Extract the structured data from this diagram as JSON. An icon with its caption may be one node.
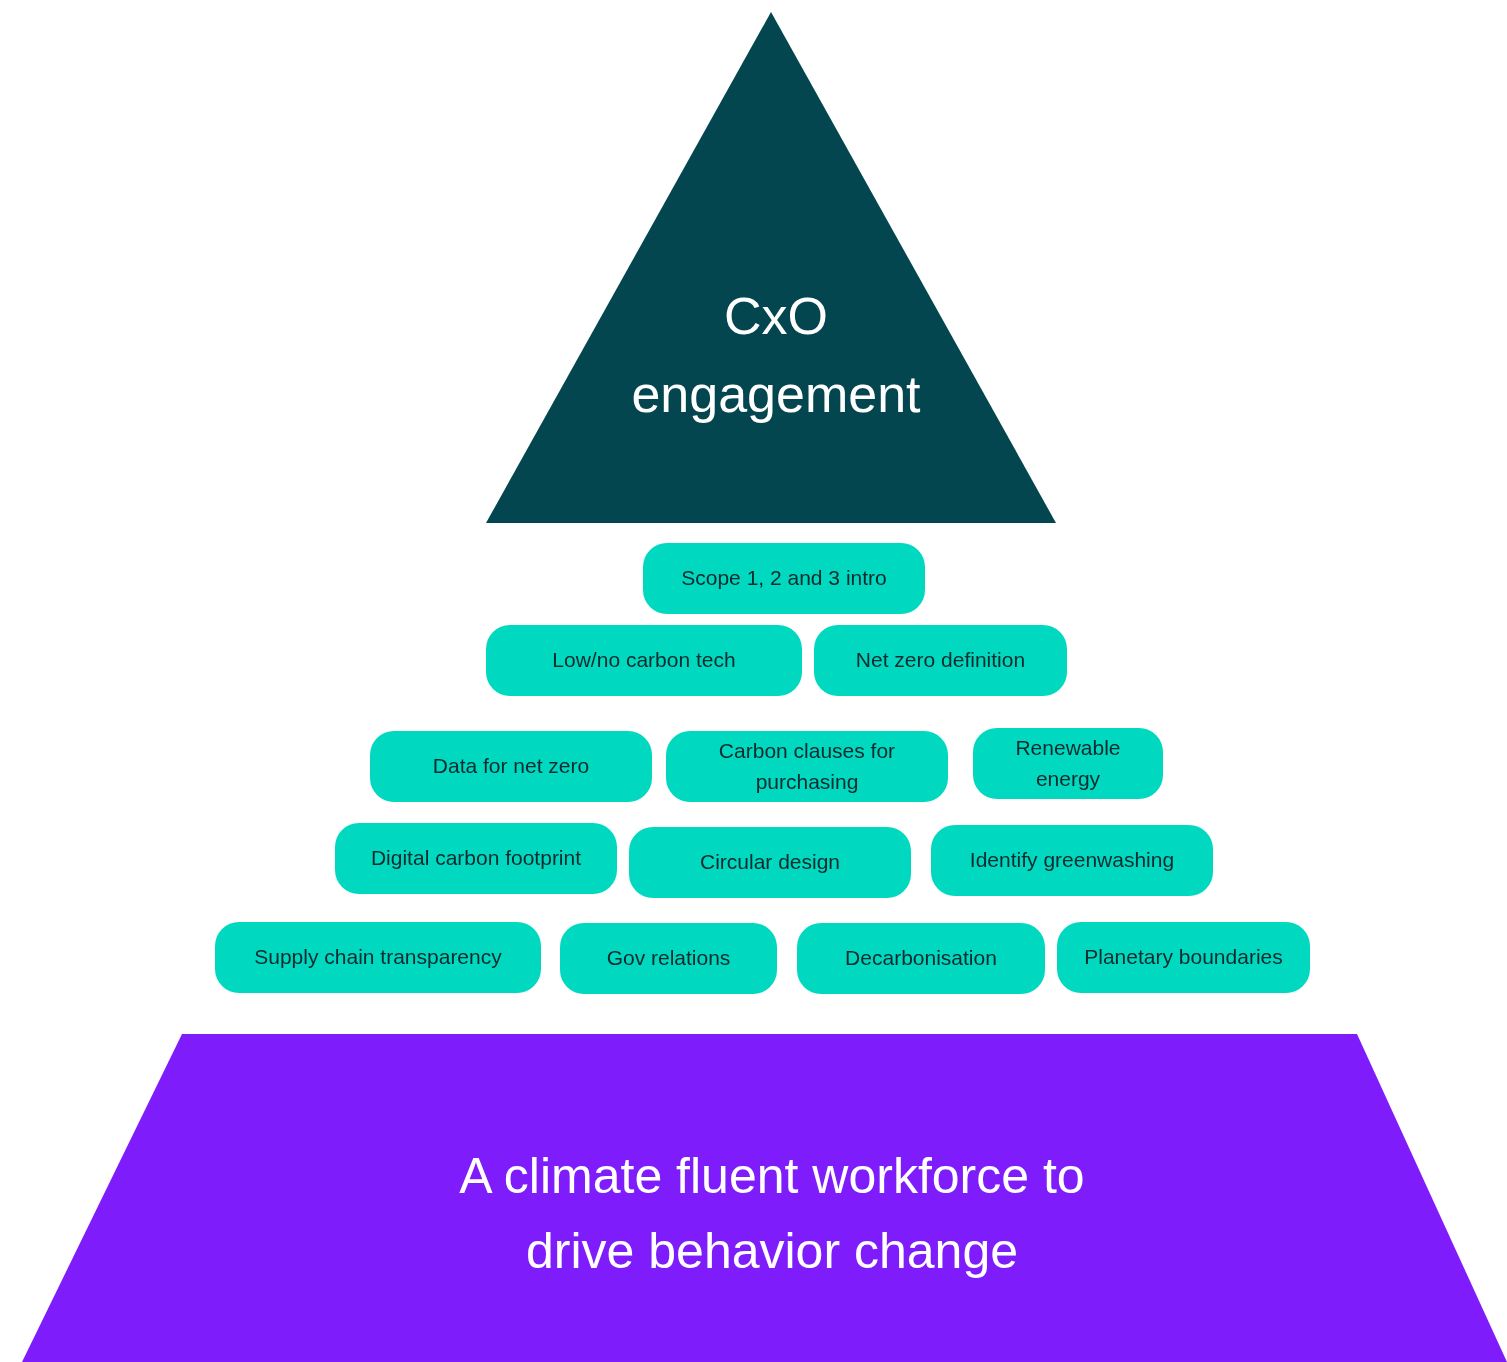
{
  "diagram": {
    "nodes": [
      {
        "text": [
          "CxO engagement"
        ]
      },
      {
        "text": [
          "Scope 1, 2 and 3 intro"
        ]
      },
      {
        "text": [
          "Low/no carbon tech"
        ]
      },
      {
        "text": [
          "Net zero definition"
        ]
      },
      {
        "text": [
          "Data for net zero"
        ]
      },
      {
        "text": [
          "Carbon clauses for purchasing"
        ]
      },
      {
        "text": [
          "Renewable energy"
        ]
      },
      {
        "text": [
          "Digital carbon footprint"
        ]
      },
      {
        "text": [
          "Circular design"
        ]
      },
      {
        "text": [
          "Identify greenwashing"
        ]
      },
      {
        "text": [
          "Supply chain transparency"
        ]
      },
      {
        "text": [
          "Gov relations"
        ]
      },
      {
        "text": [
          "Decarbonisation"
        ]
      },
      {
        "text": [
          "Planetary boundaries"
        ]
      },
      {
        "text": [
          "A climate fluent workforce to drive behavior change"
        ]
      }
    ]
  }
}
